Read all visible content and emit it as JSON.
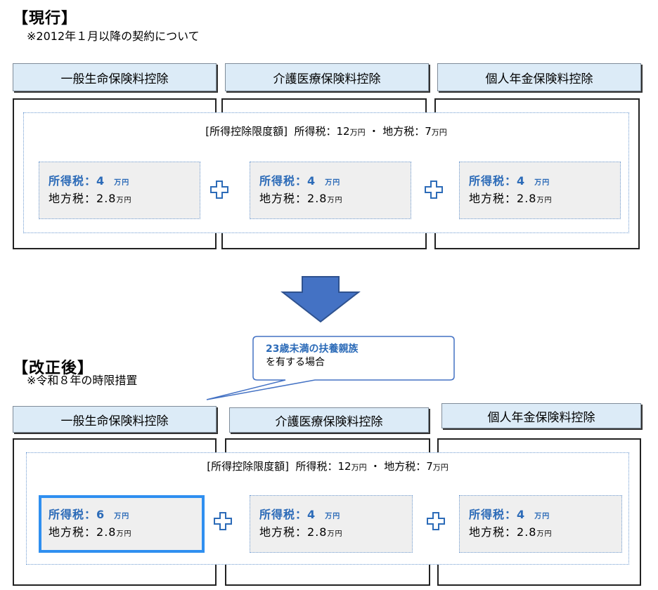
{
  "sections": {
    "current": {
      "title": "【現行】",
      "note": "※2012年１月以降の契約について"
    },
    "revised": {
      "title": "【改正後】",
      "note": "※令和８年の時限措置"
    }
  },
  "columns": [
    "一般生命保険料控除",
    "介護医療保険料控除",
    "個人年金保険料控除"
  ],
  "limit": {
    "prefix": "[所得控除限度額]",
    "income_tax_label": "所得税：",
    "income_tax_value": "12",
    "unit": "万円",
    "separator": "・",
    "local_tax_label": "地方税：",
    "local_tax_value": "7"
  },
  "deduction": {
    "income_tax_label": "所得税：",
    "local_tax_label": "地方税：",
    "local_tax_value": "2.8",
    "unit": "万円",
    "current_values": [
      "4",
      "4",
      "4"
    ],
    "revised_values": [
      "6",
      "4",
      "4"
    ]
  },
  "callout": {
    "line1": "23歳未満の扶養親族",
    "line2": "を有する場合"
  },
  "colors": {
    "tab_fill": "#dcebf7",
    "accent_blue": "#2c6bb8",
    "highlight_border": "#2f8ff0",
    "arrow_fill": "#4472c4",
    "dotted_border": "#6f9bd1"
  }
}
